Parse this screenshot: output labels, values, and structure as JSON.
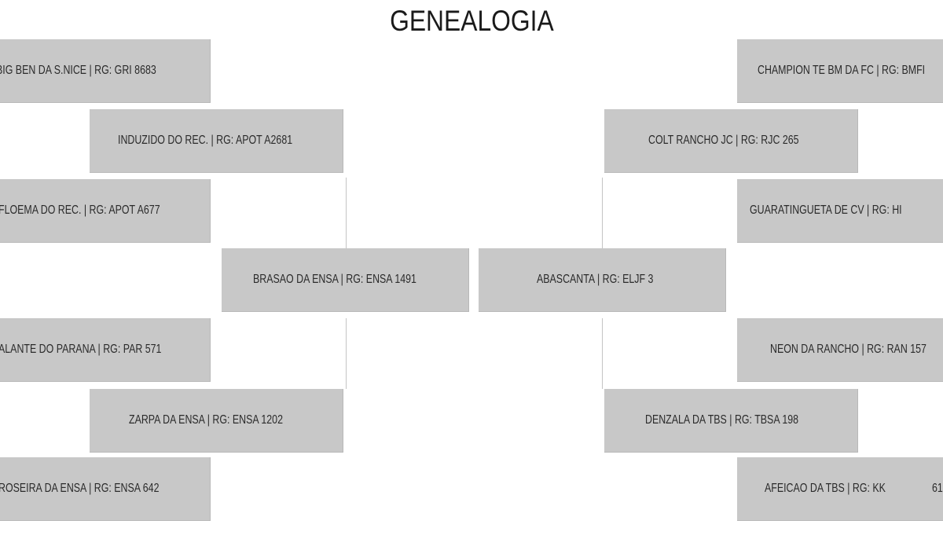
{
  "title": "GENEALOGIA",
  "colors": {
    "box_fill": "#c8c8c8",
    "text": "#2a2a2a",
    "connector": "#c4c4c4"
  },
  "left_tree": {
    "subject": "BRASAO DA ENSA | RG: ENSA 1491",
    "sire": "INDUZIDO DO REC. | RG: APOT A2681",
    "dam": "ZARPA DA ENSA | RG: ENSA 1202",
    "sire_sire": "BIG BEN DA S.NICE | RG: GRI 8683",
    "sire_dam": "FLOEMA DO REC. | RG: APOT A677",
    "dam_sire": "ALANTE DO PARANA | RG: PAR 571",
    "dam_dam": "ROSEIRA DA ENSA | RG: ENSA 642"
  },
  "right_tree": {
    "subject": "ABASCANTA | RG: ELJF 3",
    "sire": "COLT RANCHO JC | RG: RJC 265",
    "dam": "DENZALA DA TBS | RG: TBSA 198",
    "sire_sire": "CHAMPION TE BM DA FC | RG: BMFI",
    "sire_dam": "GUARATINGUETA DE CV | RG: HI",
    "dam_sire": "NEON DA RANCHO | RG: RAN 157",
    "dam_dam": "AFEICAO DA TBS | RG: KK",
    "dam_dam_extra": "61"
  }
}
